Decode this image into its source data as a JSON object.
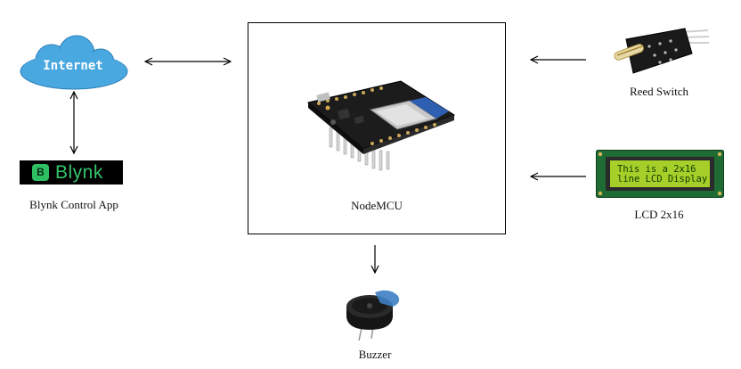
{
  "nodes": {
    "internet": {
      "text": "Internet"
    },
    "blynk": {
      "logo_letter": "B",
      "logo_word": "Blynk",
      "label": "Blynk Control App"
    },
    "nodemcu": {
      "label": "NodeMCU"
    },
    "reed_switch": {
      "label": "Reed Switch"
    },
    "lcd": {
      "line1": "This is a 2x16",
      "line2": "line LCD Display",
      "label": "LCD 2x16"
    },
    "buzzer": {
      "label": "Buzzer"
    }
  },
  "colors": {
    "cloud": "#4aa8e0",
    "blynk_green": "#35c46b",
    "lcd_screen": "#a6cf2a",
    "board": "#1c1c1c"
  }
}
